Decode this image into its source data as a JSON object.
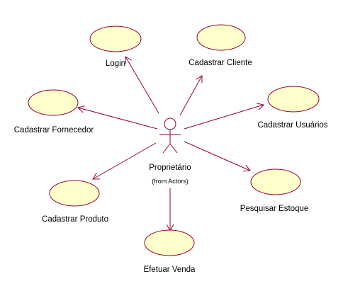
{
  "actor": {
    "name": "Proprietário",
    "stereotype": "(from Actors)"
  },
  "use_cases": [
    {
      "id": "login",
      "label": "Login"
    },
    {
      "id": "cadastrar-cliente",
      "label": "Cadastrar Cliente"
    },
    {
      "id": "cadastrar-fornecedor",
      "label": "Cadastrar Fornecedor"
    },
    {
      "id": "cadastrar-usuarios",
      "label": "Cadastrar Usuários"
    },
    {
      "id": "cadastrar-produto",
      "label": "Cadastrar Produto"
    },
    {
      "id": "pesquisar-estoque",
      "label": "Pesquisar Estoque"
    },
    {
      "id": "efetuar-venda",
      "label": "Efetuar Venda"
    }
  ],
  "colors": {
    "use_case_fill": "#ffffcc",
    "line": "#990033",
    "background": "#ffffff"
  }
}
